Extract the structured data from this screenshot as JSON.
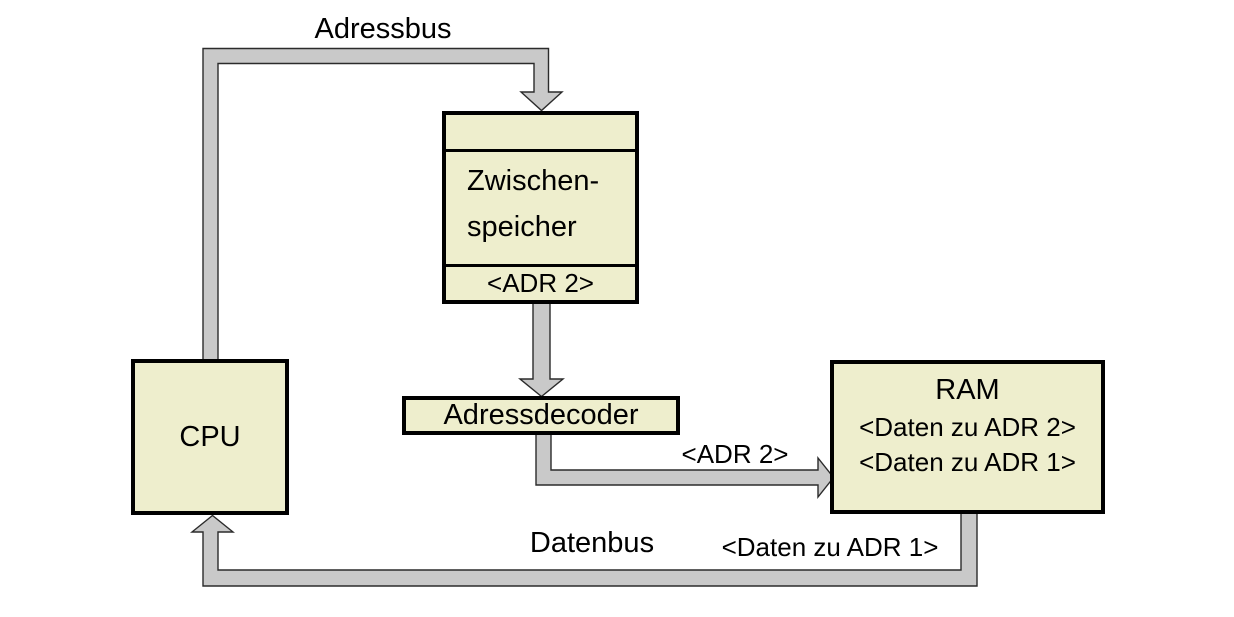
{
  "colors": {
    "node_fill": "#eeeecd",
    "node_border": "#000000",
    "bus_fill": "#c9c9c9",
    "bus_outline": "#2b2b2b",
    "background": "#ffffff",
    "text": "#000000"
  },
  "nodes": {
    "cpu": {
      "label": "CPU"
    },
    "buffer": {
      "name_line1": "Zwischen-",
      "name_line2": "speicher",
      "slot": "<ADR 2>"
    },
    "decoder": {
      "label": "Adressdecoder"
    },
    "ram": {
      "label": "RAM",
      "rows": [
        {
          "text": "<Daten zu ADR 2>"
        },
        {
          "text": "<Daten zu ADR 1>"
        }
      ]
    }
  },
  "buses": {
    "address": {
      "label": "Adressbus"
    },
    "data": {
      "label": "Datenbus",
      "annotation": "<Daten zu ADR 1>"
    },
    "adr2": {
      "annotation": "<ADR 2>"
    }
  }
}
